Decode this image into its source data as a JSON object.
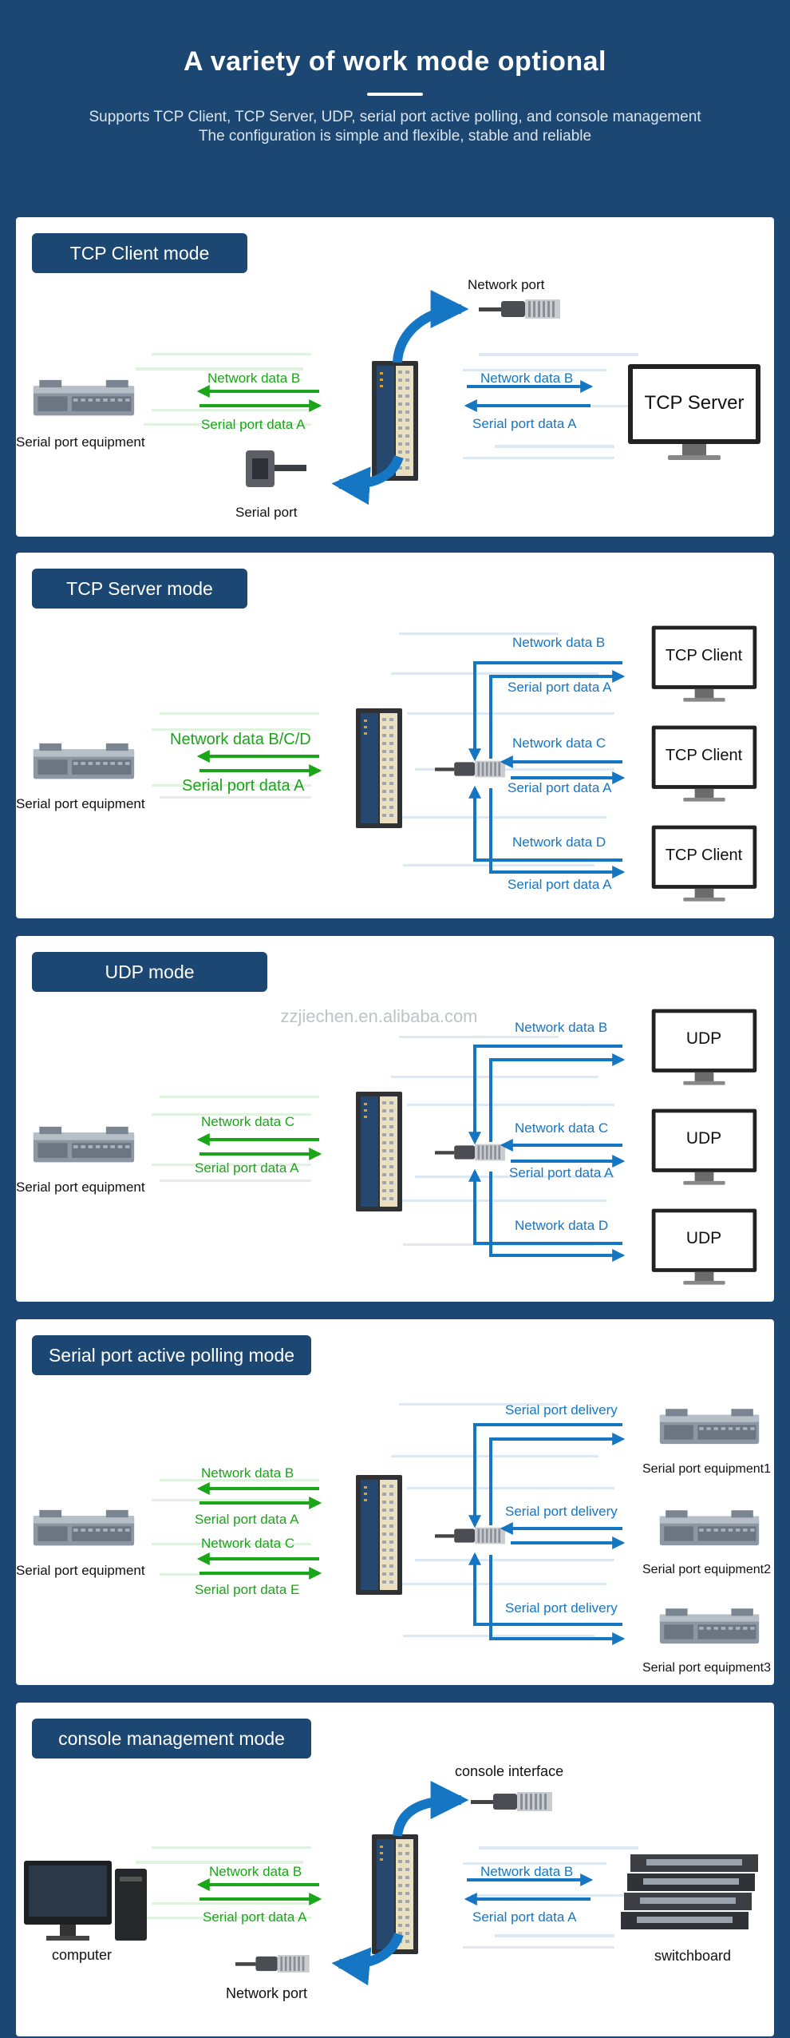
{
  "header": {
    "title": "A variety of work mode optional",
    "subtitle_1": "Supports TCP Client, TCP Server, UDP, serial port active polling, and console management",
    "subtitle_2": "The configuration is simple and flexible, stable and reliable"
  },
  "watermark": "zzjiechen.en.alibaba.com",
  "colors": {
    "navy": "#1b4772",
    "green": "#1aa51a",
    "blue": "#1576c3"
  },
  "client_mode": {
    "title": "TCP Client mode",
    "network_port": "Network port",
    "serial_port": "Serial port",
    "serial_equipment": "Serial port equipment",
    "left_top": "Network data B",
    "left_bottom": "Serial port data A",
    "right_top": "Network data B",
    "right_bottom": "Serial port data A",
    "server": "TCP Server"
  },
  "server_mode": {
    "title": "TCP Server mode",
    "serial_equipment": "Serial port equipment",
    "left_top": "Network data B/C/D",
    "left_bottom": "Serial port data A",
    "row1_top": "Network data B",
    "row1_bottom": "Serial port data A",
    "row2_top": "Network data C",
    "row2_bottom": "Serial port data A",
    "row3_top": "Network data D",
    "row3_bottom": "Serial port data A",
    "client": "TCP Client"
  },
  "udp_mode": {
    "title": "UDP mode",
    "serial_equipment": "Serial port equipment",
    "left_top": "Network data C",
    "left_bottom": "Serial port data A",
    "row1_top": "Network data B",
    "row2_top": "Network data C",
    "row2_bottom": "Serial port data A",
    "row3_top": "Network data D",
    "device": "UDP"
  },
  "polling_mode": {
    "title": "Serial port active polling mode",
    "serial_equipment": "Serial port equipment",
    "left_1": "Network data B",
    "left_2": "Serial port data A",
    "left_3": "Network data C",
    "left_4": "Serial port data E",
    "delivery": "Serial port delivery",
    "equip_1": "Serial port equipment1",
    "equip_2": "Serial port equipment2",
    "equip_3": "Serial port equipment3"
  },
  "console_mode": {
    "title": "console management mode",
    "console_interface": "console interface",
    "network_port": "Network port",
    "computer": "computer",
    "switchboard": "switchboard",
    "left_top": "Network data B",
    "left_bottom": "Serial port data A",
    "right_top": "Network data B",
    "right_bottom": "Serial port data A"
  }
}
